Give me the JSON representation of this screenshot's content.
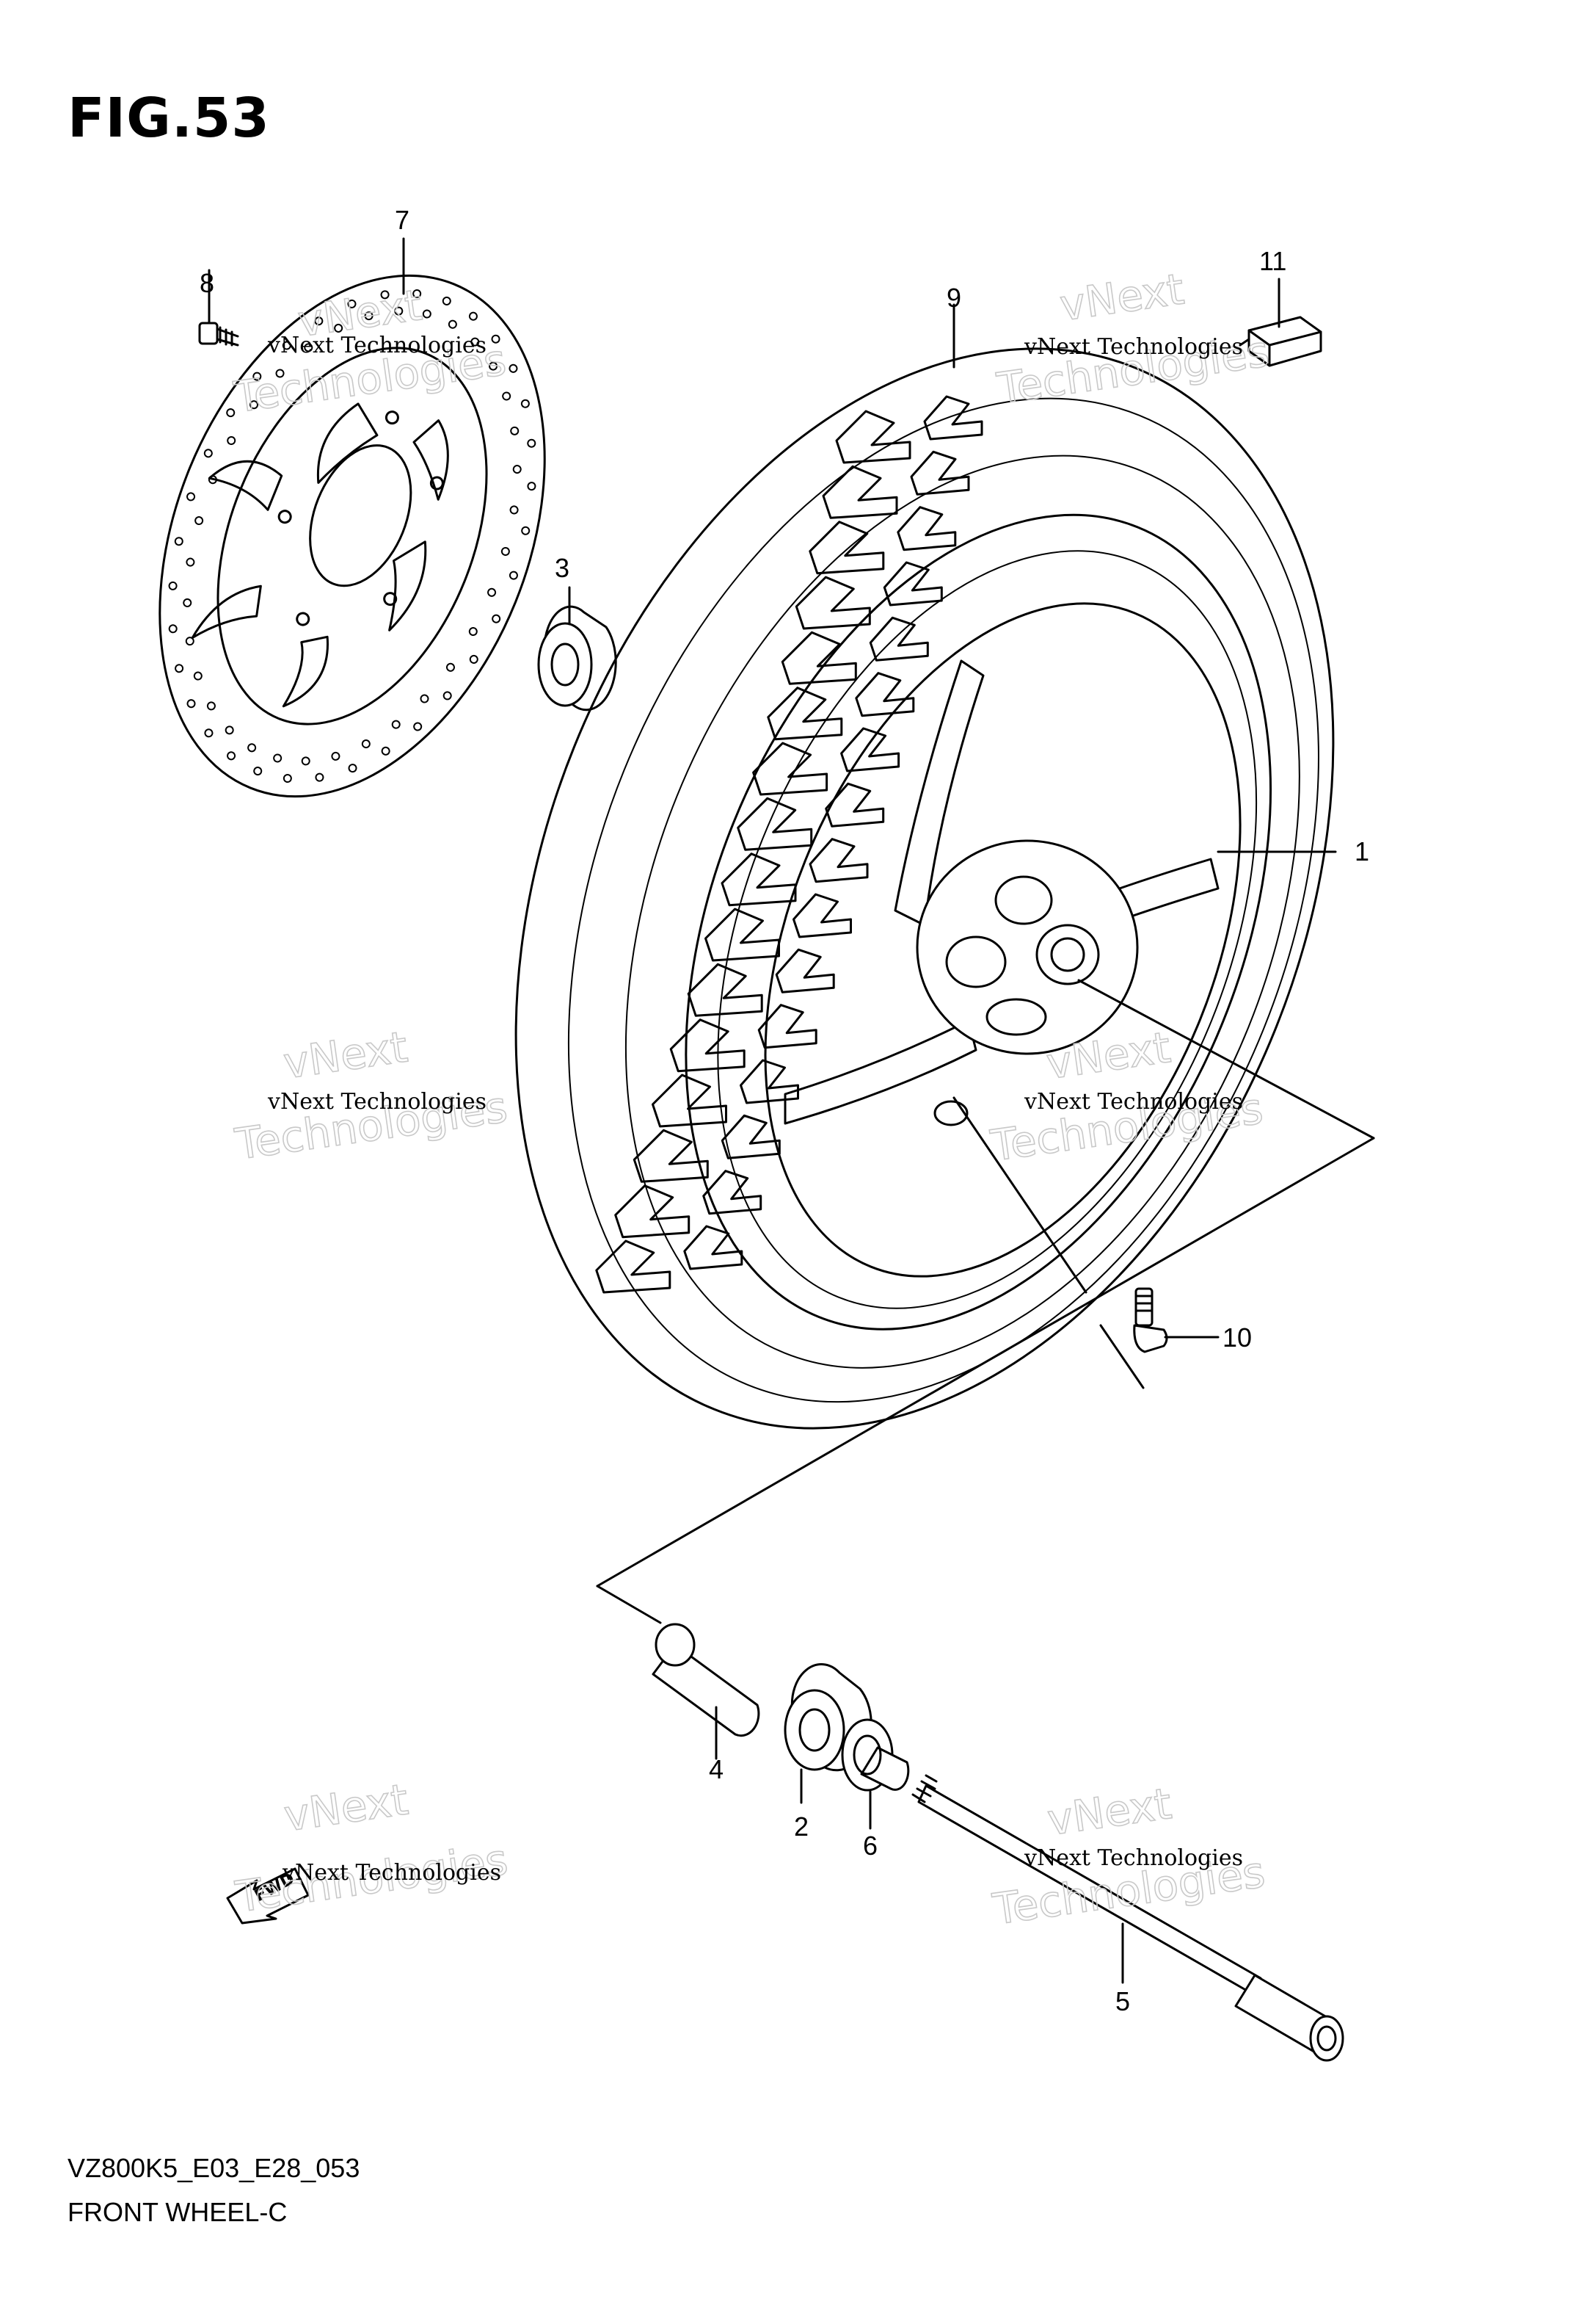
{
  "figure": {
    "title": "FIG.53",
    "code": "VZ800K5_E03_E28_053",
    "name": "FRONT WHEEL-C"
  },
  "watermark": {
    "line1": "vNext Technologies",
    "line2a": "vNext",
    "line2b": "Technologies"
  },
  "callouts": {
    "wheel": "1",
    "bearing_left": "2",
    "bearing_right": "3",
    "spacer": "4",
    "axle": "5",
    "collar": "6",
    "disc": "7",
    "disc_bolt": "8",
    "tire": "9",
    "valve": "10",
    "balancer": "11"
  },
  "icons": {
    "fwd_arrow_label": "FWD"
  }
}
